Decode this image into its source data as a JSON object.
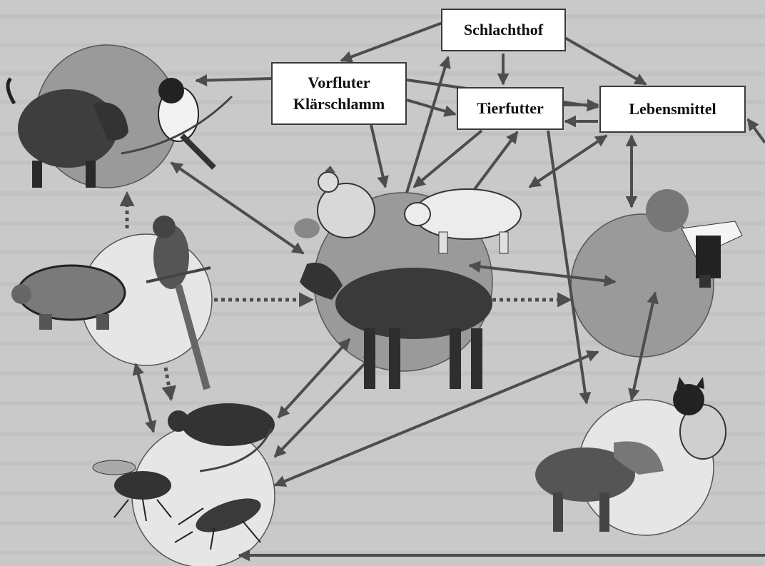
{
  "nodes": {
    "schlachthof": {
      "label": "Schlachthof"
    },
    "vorfluter": {
      "line1": "Vorfluter",
      "line2": "Klärschlamm"
    },
    "tierfutter": {
      "label": "Tierfutter"
    },
    "lebensmittel": {
      "label": "Lebensmittel"
    }
  },
  "illustrations": [
    "wild-boar",
    "tit-bird",
    "parrot",
    "turtle",
    "chicken",
    "pig",
    "cow",
    "child",
    "rat",
    "fly",
    "cockroach",
    "dog",
    "cat"
  ],
  "colors": {
    "background": "#c9c9c9",
    "circle": "#9a9a9a",
    "light_circle": "#e6e6e6",
    "arrow": "#4d4d4d"
  }
}
